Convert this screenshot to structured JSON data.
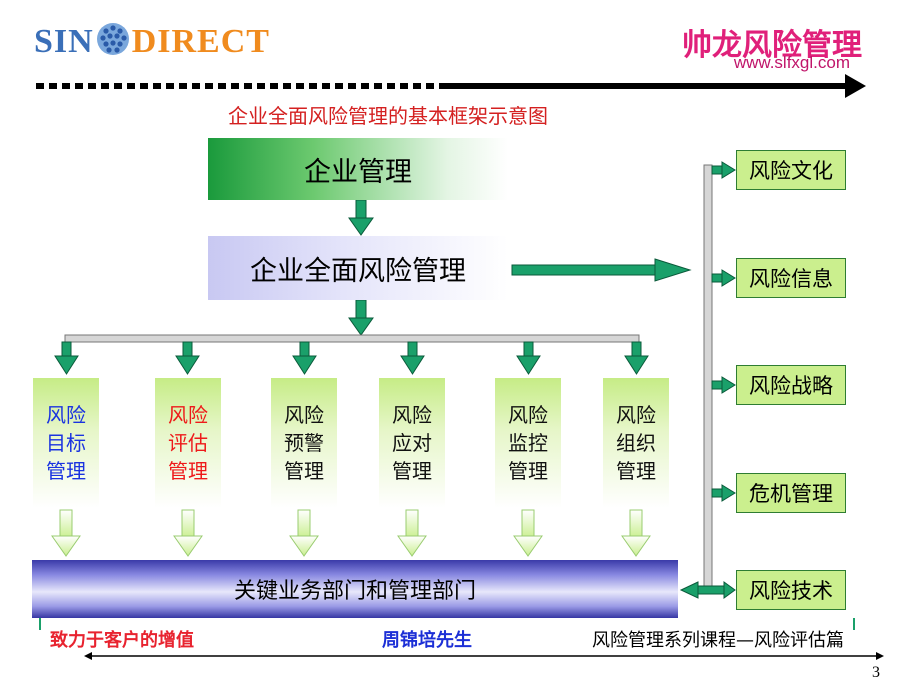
{
  "header": {
    "logo_part1": "SIN",
    "logo_part2": "DIRECT",
    "brand": "帅龙风险管理",
    "brand_url": "www.slfxgl.com"
  },
  "diagram": {
    "title": "企业全面风险管理的基本框架示意图",
    "top_box": "企业管理",
    "main_box": "企业全面风险管理",
    "modules": [
      {
        "lines": [
          "风险",
          "目标",
          "管理"
        ],
        "color": "blue"
      },
      {
        "lines": [
          "风险",
          "评估",
          "管理"
        ],
        "color": "red"
      },
      {
        "lines": [
          "风险",
          "预警",
          "管理"
        ],
        "color": "black"
      },
      {
        "lines": [
          "风险",
          "应对",
          "管理"
        ],
        "color": "black"
      },
      {
        "lines": [
          "风险",
          "监控",
          "管理"
        ],
        "color": "black"
      },
      {
        "lines": [
          "风险",
          "组织",
          "管理"
        ],
        "color": "black"
      }
    ],
    "bottom_bar": "关键业务部门和管理部门",
    "side_items": [
      "风险文化",
      "风险信息",
      "风险战略",
      "危机管理",
      "风险技术"
    ]
  },
  "footer": {
    "left": "致力于客户的增值",
    "middle": "周锦培先生",
    "right": "风险管理系列课程—风险评估篇",
    "page_number": "3"
  },
  "colors": {
    "accent_pink": "#e0207a",
    "title_red": "#d42020",
    "arrow_green": "#1aa06a",
    "bar_blue": "#3a3aa8"
  }
}
